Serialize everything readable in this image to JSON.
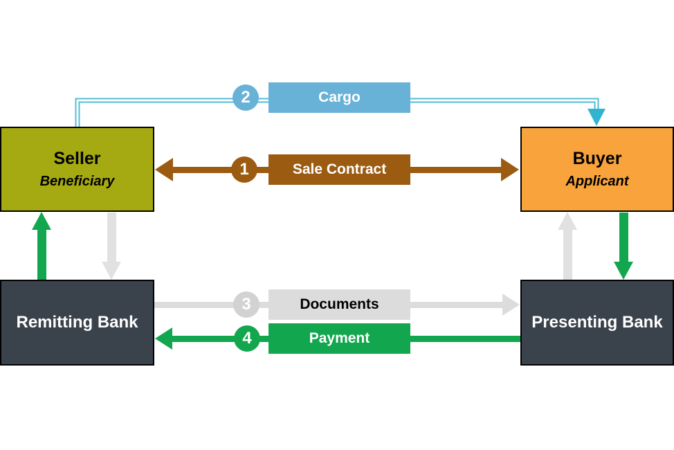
{
  "nodes": {
    "seller": {
      "title": "Seller",
      "subtitle": "Beneficiary"
    },
    "buyer": {
      "title": "Buyer",
      "subtitle": "Applicant"
    },
    "remitting_bank": {
      "title": "Remitting Bank"
    },
    "presenting_bank": {
      "title": "Presenting Bank"
    }
  },
  "flows": [
    {
      "number": "1",
      "label": "Sale Contract",
      "color": "#9b5c12"
    },
    {
      "number": "2",
      "label": "Cargo",
      "color": "#68b1d7"
    },
    {
      "number": "3",
      "label": "Documents",
      "color": "#dcdcdc"
    },
    {
      "number": "4",
      "label": "Payment",
      "color": "#12a74e"
    }
  ],
  "colors": {
    "seller_bg": "#a6aa12",
    "buyer_bg": "#f8a33c",
    "bank_bg": "#3a424c",
    "sale_contract_brown": "#9b5c12",
    "cargo_line_blue": "#52bed8",
    "cargo_arrowhead_teal": "#30b4cf",
    "documents_gray": "#dcdcdc",
    "payment_green": "#12a74e",
    "neutral_arrow_gray": "#e1e1e1"
  }
}
